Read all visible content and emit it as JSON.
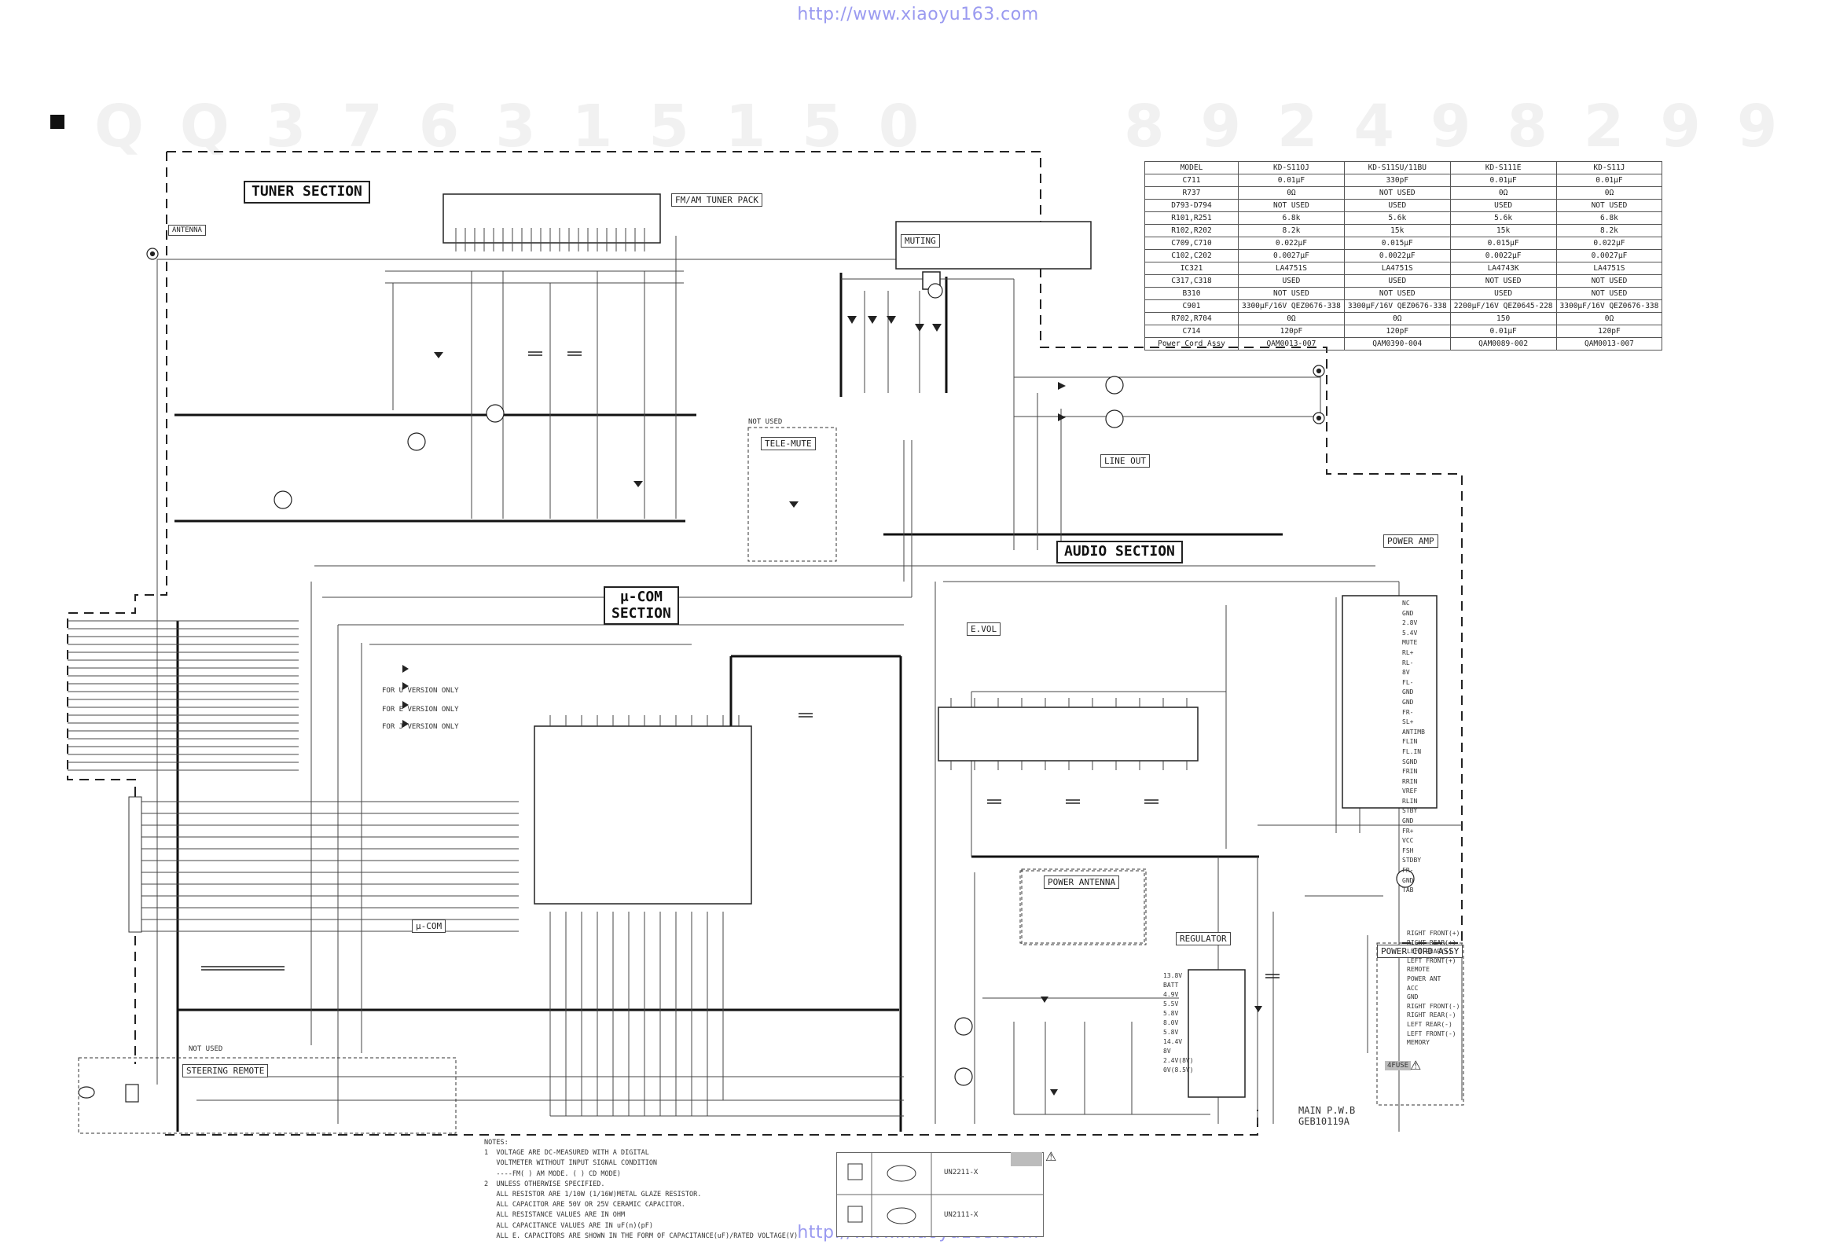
{
  "urls": {
    "top": "http://www.xiaoyu163.com",
    "bottom": "http://www.xiaoyu163.com"
  },
  "watermark": {
    "left": "QQ376315150",
    "right": "892498299"
  },
  "sections": {
    "tuner": "TUNER SECTION",
    "mucom_line1": "μ-COM",
    "mucom_line2": "SECTION",
    "audio": "AUDIO SECTION"
  },
  "blocks": {
    "antenna": "ANTENNA",
    "tuner_pack": "FM/AM TUNER PACK",
    "muting": "MUTING",
    "tele_mute": "TELE-MUTE",
    "not_used_1": "NOT USED",
    "line_out": "LINE OUT",
    "power_amp": "POWER AMP",
    "evol": "E.VOL",
    "mucom_small": "μ-COM",
    "power_antenna": "POWER ANTENNA",
    "regulator": "REGULATOR",
    "power_cord_assy": "POWER CORD ASSY",
    "steering_remote": "STEERING REMOTE",
    "not_used_2": "NOT USED",
    "for_u": "FOR U VERSION ONLY",
    "for_e": "FOR E VERSION ONLY",
    "for_j": "FOR J VERSION ONLY",
    "fuse": "4FUSE"
  },
  "model_table": {
    "header": [
      "MODEL",
      "KD-S11OJ",
      "KD-S11SU/11BU",
      "KD-S111E",
      "KD-S11J"
    ],
    "rows": [
      [
        "C711",
        "0.01μF",
        "330pF",
        "0.01μF",
        "0.01μF"
      ],
      [
        "R737",
        "0Ω",
        "NOT USED",
        "0Ω",
        "0Ω"
      ],
      [
        "D793-D794",
        "NOT USED",
        "USED",
        "USED",
        "NOT USED"
      ],
      [
        "R101,R251",
        "6.8k",
        "5.6k",
        "5.6k",
        "6.8k"
      ],
      [
        "R102,R202",
        "8.2k",
        "15k",
        "15k",
        "8.2k"
      ],
      [
        "C709,C710",
        "0.022μF",
        "0.015μF",
        "0.015μF",
        "0.022μF"
      ],
      [
        "C102,C202",
        "0.0027μF",
        "0.0022μF",
        "0.0022μF",
        "0.0027μF"
      ],
      [
        "IC321",
        "LA4751S",
        "LA4751S",
        "LA4743K",
        "LA4751S"
      ],
      [
        "C317,C318",
        "USED",
        "USED",
        "NOT USED",
        "NOT USED"
      ],
      [
        "B310",
        "NOT USED",
        "NOT USED",
        "USED",
        "NOT USED"
      ],
      [
        "C901",
        "3300μF/16V QEZ0676-338",
        "3300μF/16V QEZ0676-338",
        "2200μF/16V QEZ0645-228",
        "3300μF/16V QEZ0676-338"
      ],
      [
        "R702,R704",
        "0Ω",
        "0Ω",
        "150",
        "0Ω"
      ],
      [
        "C714",
        "120pF",
        "120pF",
        "0.01μF",
        "120pF"
      ],
      [
        "Power Cord Assy",
        "QAM0013-007",
        "QAM0390-004",
        "QAM0089-002",
        "QAM0013-007"
      ]
    ]
  },
  "power_amp_pins": [
    "NC",
    "GND",
    "2.8V",
    "5.4V",
    "MUTE",
    "RL+",
    "RL-",
    "8V",
    "FL-",
    "GND",
    "GND",
    "FR-",
    "SL+",
    "ANTIMB",
    "FLIN",
    "FL.IN",
    "SGND",
    "FRIN",
    "RRIN",
    "VREF",
    "RLIN",
    "STBY",
    "GND",
    "FR+",
    "VCC",
    "FSH",
    "STDBY",
    "FR-",
    "GND",
    "TAB"
  ],
  "power_cord_pins": [
    "RIGHT FRONT(+)",
    "RIGHT REAR(+)",
    "LEFT REAR(+)",
    "LEFT FRONT(+)",
    "REMOTE",
    "POWER ANT",
    "ACC",
    "GND",
    "RIGHT FRONT(-)",
    "RIGHT REAR(-)",
    "LEFT REAR(-)",
    "LEFT FRONT(-)",
    "",
    "",
    "MEMORY"
  ],
  "regulator_pins": [
    "13.8V",
    "BATT",
    "4.9V",
    "5.5V",
    "5.8V",
    "8.0V",
    "5.8V",
    "14.4V",
    "8V",
    "2.4V(8V)",
    "0V(8.5V)"
  ],
  "pwb": {
    "line1": "MAIN P.W.B",
    "line2": "GEB10119A"
  },
  "notes": "NOTES:\n1  VOLTAGE ARE DC-MEASURED WITH A DIGITAL\n   VOLTMETER WITHOUT INPUT SIGNAL CONDITION\n   ----FM( ) AM MODE. ( ) CD MODE)\n2  UNLESS OTHERWISE SPECIFIED.\n   ALL RESISTOR ARE 1/10W (1/16W)METAL GLAZE RESISTOR.\n   ALL CAPACITOR ARE 50V OR 25V CERAMIC CAPACITOR.\n   ALL RESISTANCE VALUES ARE IN OHM\n   ALL CAPACITANCE VALUES ARE IN uF(n)(pF)\n   ALL E. CAPACITORS ARE SHOWN IN THE FORM OF CAPACITANCE(uF)/RATED VOLTAGE(V)",
  "legend": {
    "part1": "UN2211-X",
    "part2": "UN2111-X"
  }
}
